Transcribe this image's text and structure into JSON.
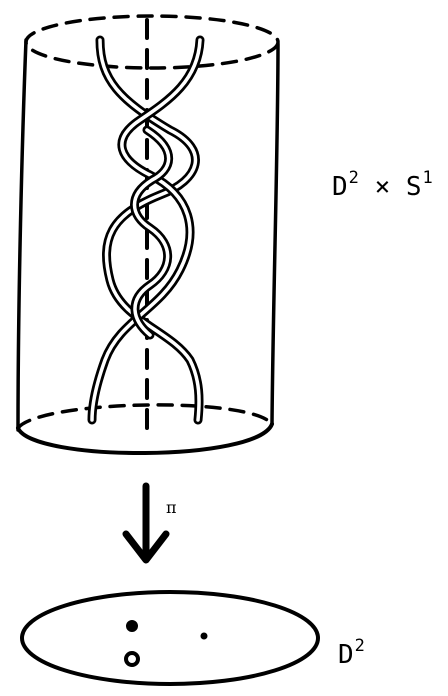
{
  "labels": {
    "total_space": {
      "base": "D",
      "base_exp": "2",
      "times": "×",
      "fiber": "S",
      "fiber_exp": "1"
    },
    "projection": "π",
    "base_space": {
      "base": "D",
      "base_exp": "2"
    }
  },
  "colors": {
    "ink": "#000000",
    "paper": "#ffffff"
  }
}
